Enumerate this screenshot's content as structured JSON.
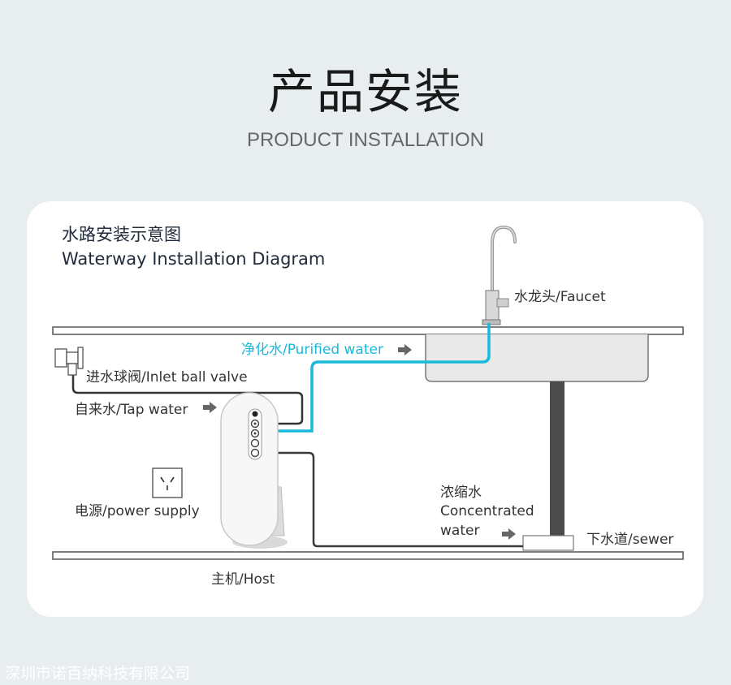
{
  "header": {
    "title": "产品安装",
    "subtitle": "PRODUCT INSTALLATION"
  },
  "diagram": {
    "heading_zh": "水路安装示意图",
    "heading_en": "Waterway Installation Diagram",
    "labels": {
      "faucet": "水龙头/Faucet",
      "purified_water": "净化水/Purified water",
      "inlet_ball_valve": "进水球阀/Inlet ball valve",
      "tap_water": "自来水/Tap water",
      "power_supply": "电源/power supply",
      "concentrated_line1": "浓缩水",
      "concentrated_line2": "Concentrated",
      "concentrated_line3": "water",
      "sewer": "下水道/sewer",
      "host": "主机/Host"
    },
    "colors": {
      "purified_pipe": "#19b9d9",
      "tap_pipe": "#333333",
      "drain_pipe": "#3a3a3a",
      "arrow": "#666666"
    }
  },
  "watermark": "深圳市诺百纳科技有限公司"
}
